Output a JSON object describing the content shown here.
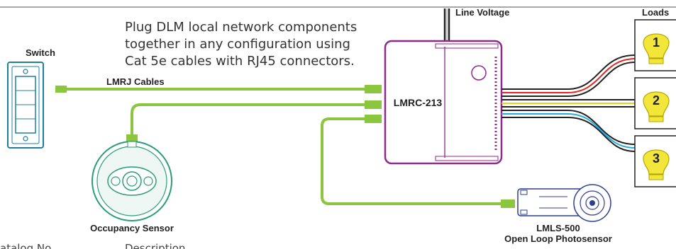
{
  "intro": {
    "line1": "Plug DLM local network components",
    "line2": "together in any configuration using",
    "line3": "Cat 5e cables with RJ45 connectors."
  },
  "labels": {
    "line_voltage": "Line Voltage",
    "loads": "Loads",
    "switch": "Switch",
    "cables": "LMRJ Cables",
    "controller": "LMRC-213",
    "occupancy": "Occupancy Sensor",
    "photo_model": "LMLS-500",
    "photo_desc": "Open Loop Photosensor"
  },
  "loads": [
    {
      "number": "1"
    },
    {
      "number": "2"
    },
    {
      "number": "3"
    }
  ],
  "footer": {
    "col1": "atalog No.",
    "col2": "Description"
  },
  "colors": {
    "cable": "#8cc63f",
    "controller": "#8b2a8b",
    "switch": "#1f7fa0",
    "occupancy": "#2a9d7a",
    "photosensor": "#2e3f8f",
    "bulb": "#f2e63a",
    "wire_red": "#e8231e",
    "wire_yellow": "#e6d21a",
    "wire_blue": "#27a9e1"
  }
}
